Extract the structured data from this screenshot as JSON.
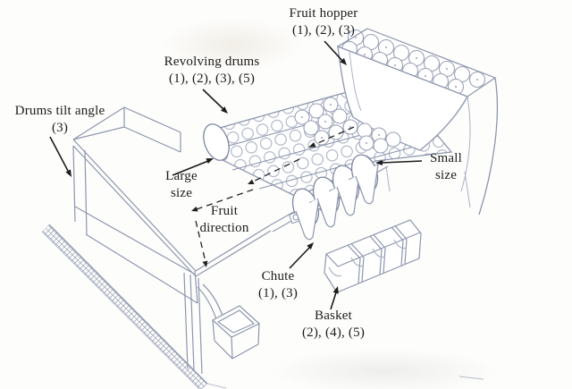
{
  "labels": {
    "fruit_hopper": {
      "line1": "Fruit hopper",
      "line2": "(1), (2), (3)"
    },
    "revolving_drums": {
      "line1": "Revolving drums",
      "line2": "(1), (2), (3), (5)"
    },
    "drums_tilt_angle": {
      "line1": "Drums tilt angle",
      "line2": "(3)"
    },
    "large_size": {
      "line1": "Large",
      "line2": "size"
    },
    "small_size": {
      "line1": "Small",
      "line2": "size"
    },
    "fruit_direction": {
      "line1": "Fruit",
      "line2": "direction"
    },
    "chute": {
      "line1": "Chute",
      "line2": "(1), (3)"
    },
    "basket": {
      "line1": "Basket",
      "line2": "(2), (4), (5)"
    }
  },
  "colors": {
    "sketch_line": "#8d96ad",
    "sketch_light": "#aab2c4",
    "label_text": "#1c1c1c",
    "arrow": "#1c1c1c",
    "background": "#fdfdfc"
  }
}
